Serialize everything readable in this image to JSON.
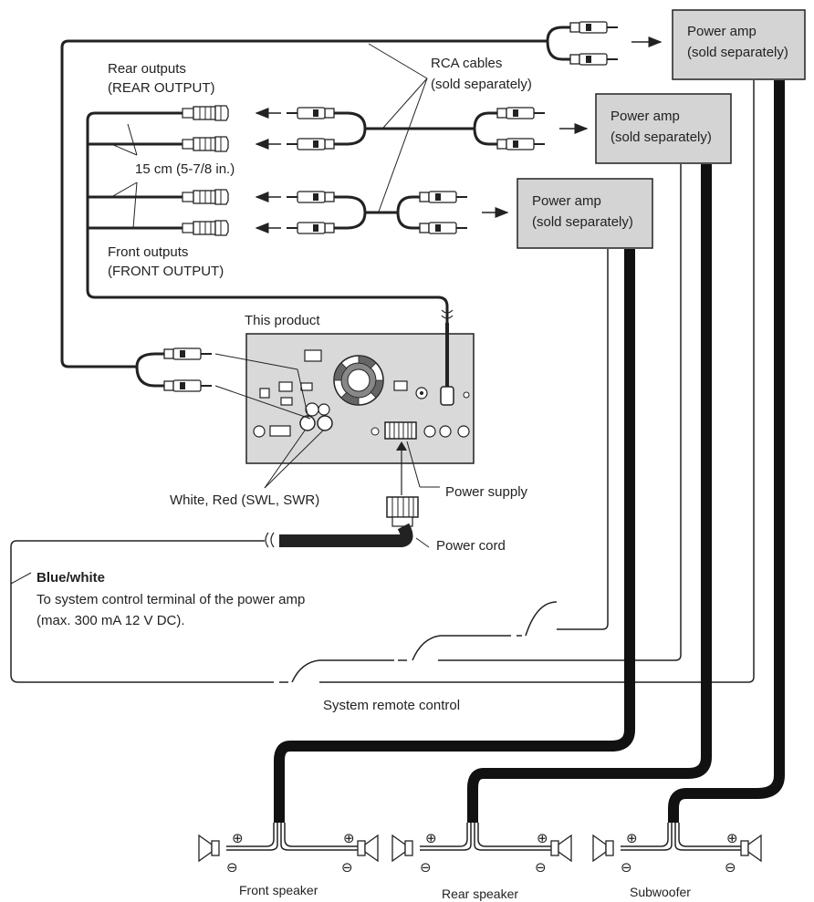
{
  "amps": [
    {
      "line1": "Power amp",
      "line2": "(sold separately)"
    },
    {
      "line1": "Power amp",
      "line2": "(sold separately)"
    },
    {
      "line1": "Power amp",
      "line2": "(sold separately)"
    }
  ],
  "labels": {
    "rca_line1": "RCA cables",
    "rca_line2": "(sold separately)",
    "rear_line1": "Rear outputs",
    "rear_line2": "(REAR OUTPUT)",
    "cable_length": "15 cm (5-7/8 in.)",
    "front_line1": "Front outputs",
    "front_line2": "(FRONT OUTPUT)",
    "product": "This product",
    "swl_swr": "White, Red (SWL, SWR)",
    "power_supply": "Power supply",
    "power_cord": "Power cord",
    "blue_white": "Blue/white",
    "blue_desc1": "To system control terminal of the power amp",
    "blue_desc2": "(max. 300 mA 12 V DC).",
    "system_remote": "System remote control"
  },
  "speakers": {
    "front": "Front speaker",
    "rear": "Rear speaker",
    "sub": "Subwoofer"
  },
  "symbols": {
    "plus": "⊕",
    "minus": "⊖"
  },
  "colors": {
    "amp_fill": "#d4d4d4",
    "product_fill": "#d9d9d9",
    "line": "#222222"
  }
}
